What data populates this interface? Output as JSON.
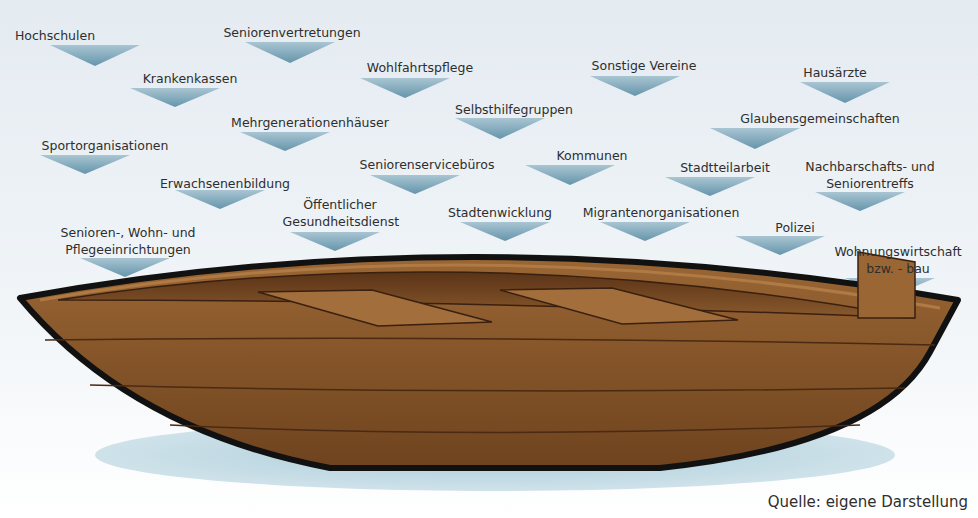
{
  "diagram": {
    "labels": [
      "Hochschulen",
      "Seniorenvertretungen",
      "Krankenkassen",
      "Wohlfahrtspflege",
      "Sonstige Vereine",
      "Hausärzte",
      "Mehrgenerationenhäuser",
      "Selbsthilfegruppen",
      "Glaubensgemeinschaften",
      "Sportorganisationen",
      "Seniorenservicebüros",
      "Kommunen",
      "Stadtteilarbeit",
      "Nachbarschafts- und Seniorentreffs",
      "Erwachsenenbildung",
      "Öffentlicher Gesundheitsdienst",
      "Stadtenwicklung",
      "Migrantenorganisationen",
      "Polizei",
      "Senioren-, Wohn- und Pflegeeinrichtungen",
      "Wohnungswirtschaft bzw. - bau",
      "Quelle: eigene Darstellung"
    ]
  }
}
